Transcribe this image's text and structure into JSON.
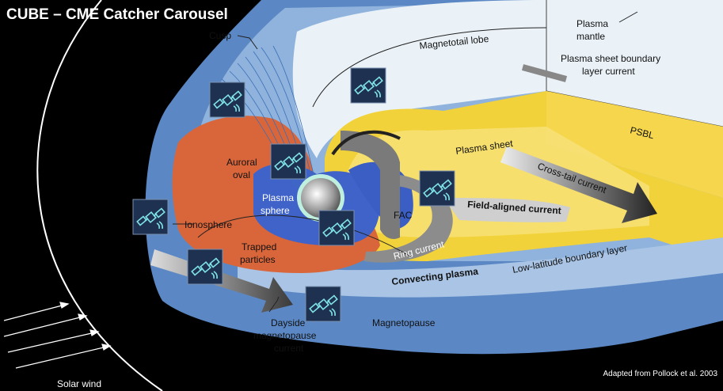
{
  "title": "CUBE – CME Catcher Carousel",
  "credit": "Adapted from Pollock et al. 2003",
  "labels": {
    "cusp": "Cusp",
    "magnetotail_lobe": "Magnetotail lobe",
    "plasma_mantle_1": "Plasma",
    "plasma_mantle_2": "mantle",
    "psbl_current_1": "Plasma sheet boundary",
    "psbl_current_2": "layer current",
    "psbl": "PSBL",
    "plasma_sheet": "Plasma sheet",
    "cross_tail_current": "Cross-tail current",
    "auroral_oval_1": "Auroral",
    "auroral_oval_2": "oval",
    "plasmasphere_1": "Plasma",
    "plasmasphere_2": "sphere",
    "fac": "FAC",
    "field_aligned_current": "Field-aligned current",
    "ionosphere": "Ionosphere",
    "trapped_particles_1": "Trapped",
    "trapped_particles_2": "particles",
    "ring_current": "Ring current",
    "convecting_plasma": "Convecting plasma",
    "low_latitude_boundary_layer": "Low-latitude boundary layer",
    "dayside_mp_current_1": "Dayside",
    "dayside_mp_current_2": "magnetopause",
    "dayside_mp_current_3": "current",
    "magnetopause": "Magnetopause",
    "solar_wind": "Solar wind"
  },
  "icons": {
    "satellite": "satellite-icon"
  },
  "colors": {
    "background": "#000000",
    "outer_magnetosphere": "#5b88c4",
    "inner_blue": "#b7cde6",
    "tail_lobe": "#eaf2f8",
    "plasma_sheet": "#f2d23a",
    "auroral_region": "#d9663a",
    "plasmasphere": "#3f63c9",
    "icon_tile": "#1f3150",
    "icon_line": "#7fe3e6"
  }
}
